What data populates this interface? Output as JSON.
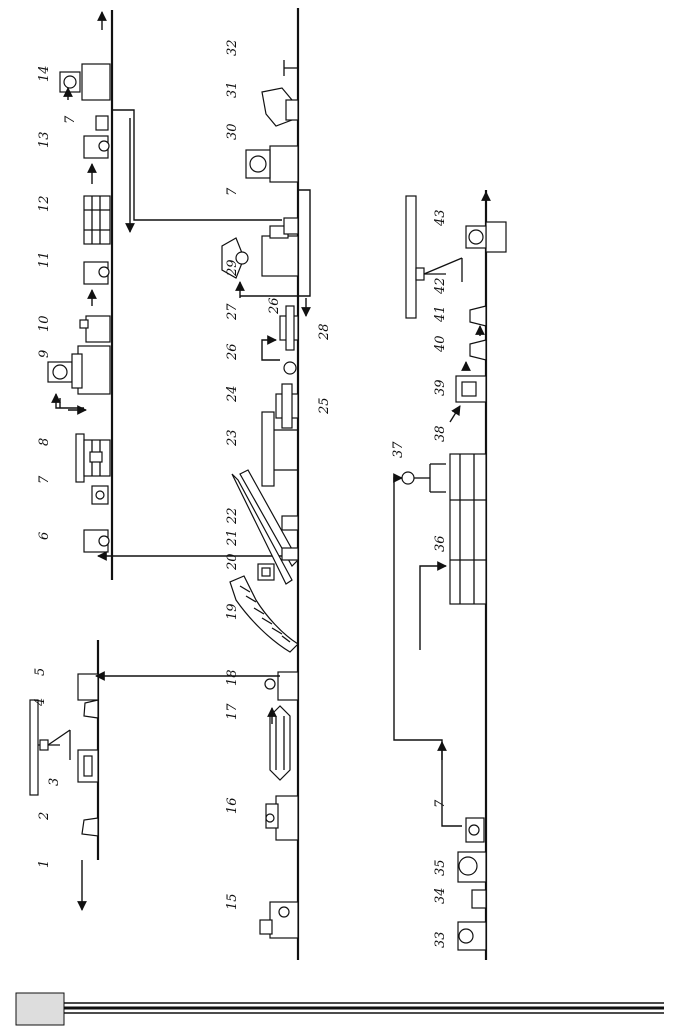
{
  "labels": [
    "1",
    "2",
    "3",
    "4",
    "5",
    "6",
    "7",
    "8",
    "9",
    "10",
    "11",
    "12",
    "13",
    "14",
    "15",
    "16",
    "17",
    "18",
    "19",
    "20",
    "21",
    "22",
    "23",
    "24",
    "25",
    "26",
    "27",
    "28",
    "29",
    "30",
    "31",
    "32",
    "33",
    "34",
    "35",
    "36",
    "37",
    "38",
    "39",
    "40",
    "41",
    "42",
    "43"
  ],
  "colors": {
    "ink": "#111111",
    "tab": "#dddddd",
    "paper": "#ffffff"
  }
}
